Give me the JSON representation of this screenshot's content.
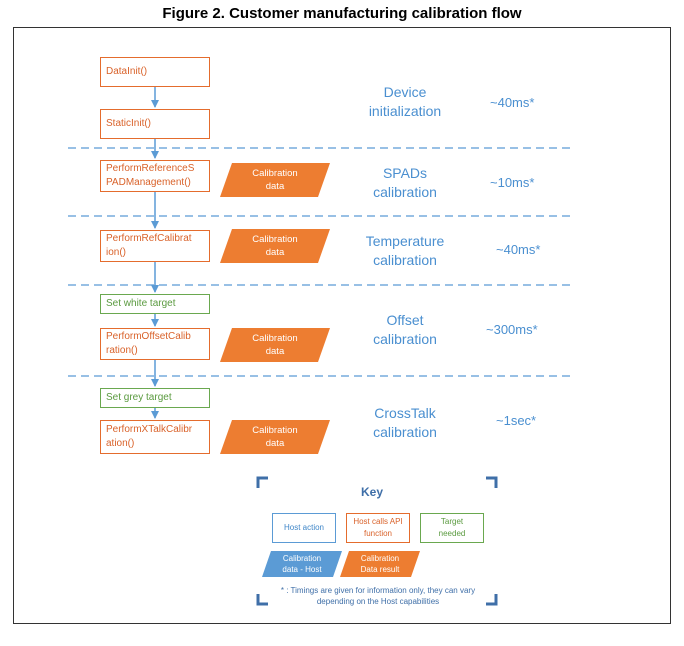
{
  "title": "Figure 2. Customer manufacturing calibration flow",
  "steps": {
    "datainit": "DataInit()",
    "staticinit": "StaticInit()",
    "spad": "PerformReferenceS\nPADManagement()",
    "refcal": "PerformRefCalibrat\nion()",
    "white": "Set white target",
    "offset": "PerformOffsetCalib\nration()",
    "grey": "Set grey target",
    "xtalk": "PerformXTalkCalibr\nation()"
  },
  "calibration_data_label": "Calibration\ndata",
  "stages": [
    {
      "label": "Device\ninitialization",
      "timing": "~40ms*"
    },
    {
      "label": "SPADs\ncalibration",
      "timing": "~10ms*"
    },
    {
      "label": "Temperature\ncalibration",
      "timing": "~40ms*"
    },
    {
      "label": "Offset\ncalibration",
      "timing": "~300ms*"
    },
    {
      "label": "CrossTalk\ncalibration",
      "timing": "~1sec*"
    }
  ],
  "key": {
    "title": "Key",
    "host_action": "Host action",
    "host_calls_api": "Host calls API\nfunction",
    "target_needed": "Target\nneeded",
    "calib_host": "Calibration\ndata - Host",
    "calib_result": "Calibration\nData result",
    "note": "* : Timings are given for information only, they can vary\ndepending on the Host capabilities"
  },
  "colors": {
    "orange": "#ed7d31",
    "blue": "#5b9bd5",
    "green": "#6aa84f",
    "separator": "#5b9bd5"
  }
}
